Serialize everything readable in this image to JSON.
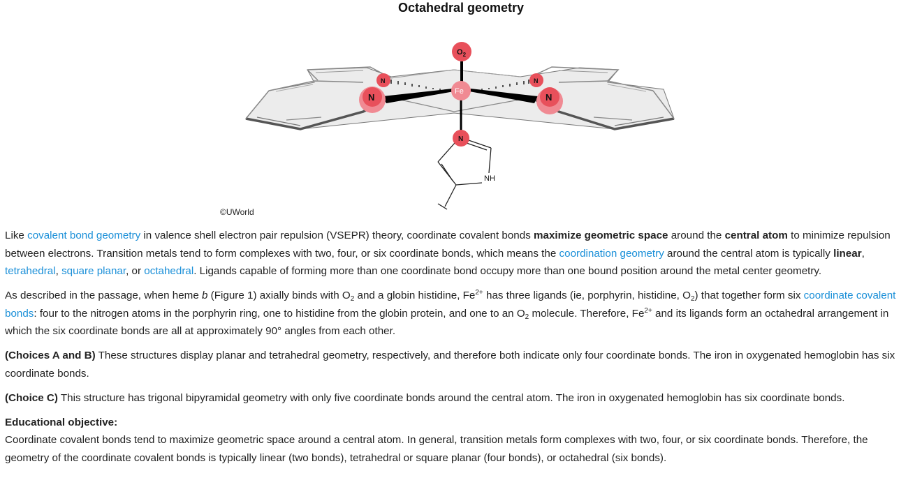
{
  "figure": {
    "title": "Octahedral geometry",
    "copyright": "©UWorld",
    "atoms": {
      "o2": "O2",
      "fe": "Fe",
      "n": "N",
      "nh": "NH"
    },
    "colors": {
      "atom_fill": "#e8505b",
      "atom_fill_light": "#f08a93",
      "bond": "#000000",
      "porphyrin_fill": "#e6e6e6",
      "porphyrin_stroke": "#555555"
    }
  },
  "explanation": {
    "p1": {
      "t1": "Like ",
      "l1": "covalent bond geometry",
      "t2": " in valence shell electron pair repulsion (VSEPR) theory, coordinate covalent bonds ",
      "b1": "maximize geometric space",
      "t3": " around the ",
      "b2": "central atom",
      "t4": " to minimize repulsion between electrons.  Transition metals tend to form complexes with two, four, or six coordinate bonds, which means the ",
      "l2": "coordination geometry",
      "t5": " around the central atom is typically ",
      "b3": "linear",
      "t6": ", ",
      "l3": "tetrahedral",
      "t7": ", ",
      "l4": "square planar",
      "t8": ", or ",
      "l5": "octahedral",
      "t9": ".  Ligands capable of forming more than one coordinate bond occupy more than one bound position around the metal center geometry."
    },
    "p2": {
      "t1": "As described in the passage, when heme ",
      "i1": "b",
      "t2": " (Figure 1) axially binds with O",
      "s1": "2",
      "t3": " and a globin histidine, Fe",
      "sup1": "2+",
      "t4": " has three ligands (ie, porphyrin, histidine, O",
      "s2": "2",
      "t5": ") that together form six ",
      "l1": "coordinate covalent bonds",
      "t6": ": four to the nitrogen atoms in the porphyrin ring, one to histidine from the globin protein, and one to an O",
      "s3": "2",
      "t7": " molecule.  Therefore, Fe",
      "sup2": "2+",
      "t8": " and its ligands form an octahedral arrangement in which the six coordinate bonds are all at approximately 90° angles from each other."
    },
    "p3": {
      "b1": "(Choices A and B)",
      "t1": "  These structures display planar and tetrahedral geometry, respectively, and therefore both indicate only four coordinate bonds.  The iron in oxygenated hemoglobin has six coordinate bonds."
    },
    "p4": {
      "b1": "(Choice C)",
      "t1": "  This structure has trigonal bipyramidal geometry with only five coordinate bonds around the central atom.  The iron in oxygenated hemoglobin has six coordinate bonds."
    },
    "objective_heading": "Educational objective:",
    "objective_text": "Coordinate covalent bonds tend to maximize geometric space around a central atom.  In general, transition metals form complexes with two, four, or six coordinate bonds.  Therefore, the geometry of the coordinate covalent bonds is typically linear (two bonds), tetrahedral or square planar (four bonds), or octahedral (six bonds)."
  }
}
